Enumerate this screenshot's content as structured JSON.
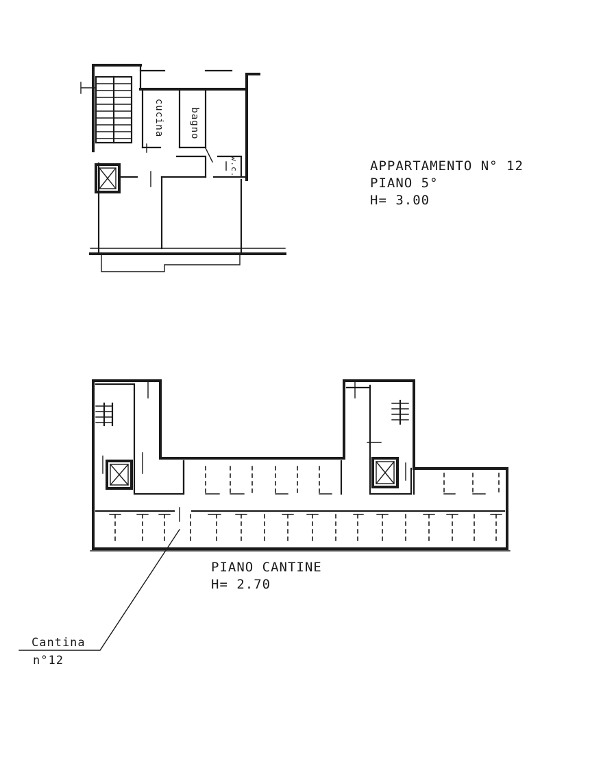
{
  "apartment": {
    "title": "APPARTAMENTO N° 12",
    "floor": "PIANO 5°",
    "height": "H= 3.00",
    "rooms": {
      "kitchen": "cucina",
      "bathroom": "bagno",
      "wc": "w.c."
    }
  },
  "basement": {
    "title": "PIANO CANTINE",
    "height": "H= 2.70"
  },
  "callout": {
    "name": "Cantina",
    "number": "n°12"
  }
}
